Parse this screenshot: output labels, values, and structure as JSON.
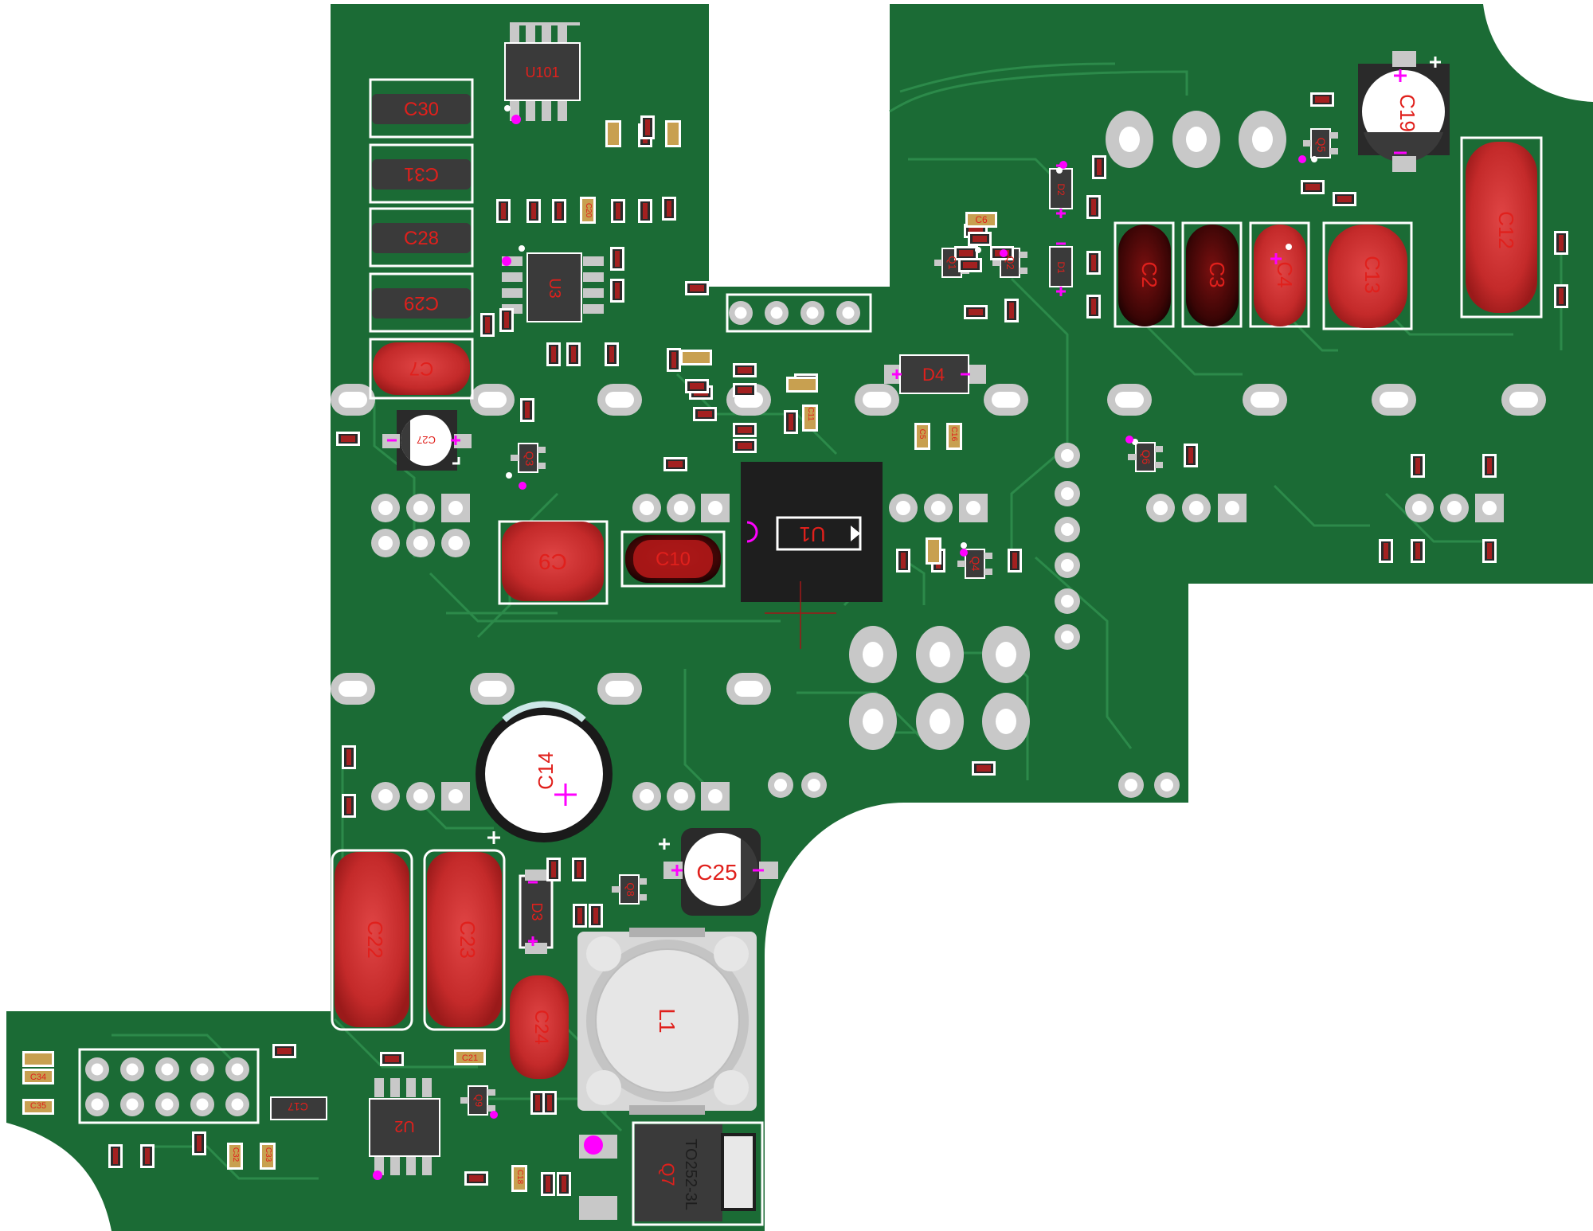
{
  "colors": {
    "background": "#ffffff",
    "board": "#1b6b35",
    "trace": "#2c8a4a",
    "silkscreen": "#ffffff",
    "pad": "#c8c8c8",
    "hole": "#ffffff",
    "film_cap": "#c22a2a",
    "dark_cap": "#5a0a0a",
    "ic_body": "#333333",
    "designator": "#e0201c",
    "polarity_mark": "#ff00ff"
  },
  "components": {
    "U101": "U101",
    "C30": "C30",
    "C31": "C31",
    "C28": "C28",
    "C29": "C29",
    "C7": "C7",
    "C27": "C27",
    "U3": "U3",
    "Q3": "Q3",
    "C9": "C9",
    "C10": "C10",
    "U1": "U1",
    "Q4": "Q4",
    "D4": "D4",
    "C5": "C5",
    "C16": "C16",
    "C11": "C11",
    "C6": "C6",
    "D2": "D2",
    "D1": "D1",
    "Q1": "Q1",
    "Q2": "Q2",
    "C2": "C2",
    "C3": "C3",
    "C4": "C4",
    "C13": "C13",
    "C12": "C12",
    "C19": "C19",
    "Q5": "Q5",
    "Q6": "Q6",
    "C14": "C14",
    "C25": "C25",
    "Q8": "Q8",
    "C22": "C22",
    "C23": "C23",
    "D3": "D3",
    "C24": "C24",
    "L1": "L1",
    "C34": "C34",
    "C35": "C35",
    "C17": "C17",
    "C32": "C32",
    "C33": "C33",
    "U2": "U2",
    "C21": "C21",
    "Q7": "Q7",
    "C18": "C18",
    "C20": "C20",
    "Q9": "Q9"
  },
  "package_labels": {
    "to252": "TO252-3L"
  }
}
